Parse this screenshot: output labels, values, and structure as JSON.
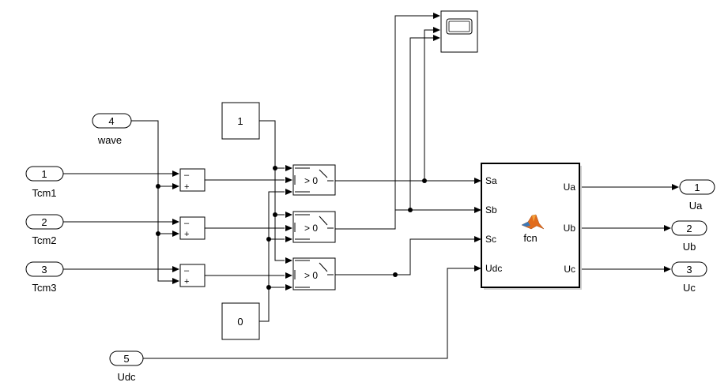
{
  "inports": [
    {
      "number": "1",
      "label": "Tcm1"
    },
    {
      "number": "2",
      "label": "Tcm2"
    },
    {
      "number": "3",
      "label": "Tcm3"
    },
    {
      "number": "4",
      "label": "wave"
    },
    {
      "number": "5",
      "label": "Udc"
    }
  ],
  "outports": [
    {
      "number": "1",
      "label": "Ua"
    },
    {
      "number": "2",
      "label": "Ub"
    },
    {
      "number": "3",
      "label": "Uc"
    }
  ],
  "constants": {
    "one": "1",
    "zero": "0"
  },
  "sum_block": {
    "minus_sign": "–",
    "plus_sign": "+"
  },
  "switch_block": {
    "criterion": "> 0"
  },
  "fcn_block": {
    "name": "fcn",
    "inputs": [
      "Sa",
      "Sb",
      "Sc",
      "Udc"
    ],
    "outputs": [
      "Ua",
      "Ub",
      "Uc"
    ],
    "icon": "matlab-logo-icon",
    "icon_color": "#e16c1d"
  },
  "scope_block": {
    "icon": "scope-screen-icon"
  }
}
